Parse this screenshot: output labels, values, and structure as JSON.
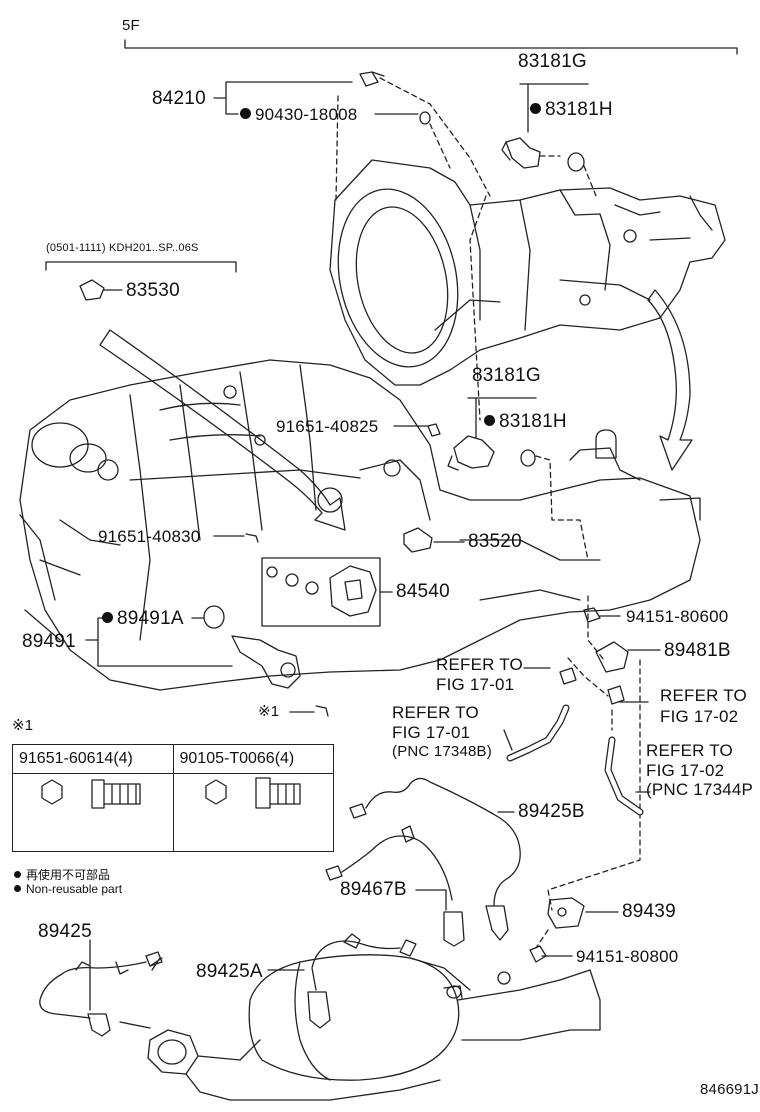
{
  "header": {
    "section": "5F",
    "drawing_no": "846691J"
  },
  "applicability": "(0501-1111) KDH201..SP..06S",
  "parts": {
    "p84210": "84210",
    "p90430": "90430-18008",
    "p83181G_top": "83181G",
    "p83181H_top": "83181H",
    "p83530": "83530",
    "p83181G_mid": "83181G",
    "p83181H_mid": "83181H",
    "p91651_40825": "91651-40825",
    "p91651_40830": "91651-40830",
    "p83520": "83520",
    "p84540": "84540",
    "p89491A": "89491A",
    "p89491": "89491",
    "p94151_80600": "94151-80600",
    "p89481B": "89481B",
    "p89425B": "89425B",
    "p89467B": "89467B",
    "p89439": "89439",
    "p94151_80800": "94151-80800",
    "p89425": "89425",
    "p89425A": "89425A"
  },
  "refs": {
    "r1_a": "REFER TO",
    "r1_b": "FIG 17-01",
    "r2_a": "REFER TO",
    "r2_b": "FIG 17-01",
    "r2_c": "(PNC 17348B)",
    "r3_a": "REFER TO",
    "r3_b": "FIG 17-02",
    "r4_a": "REFER TO",
    "r4_b": "FIG 17-02",
    "r4_c": "(PNC 17344P"
  },
  "note_mark": "※1",
  "note_mark_small": "※1",
  "table": {
    "col1": "91651-60614(4)",
    "col2": "90105-T0066(4)"
  },
  "legend": {
    "jp": "再使用不可部品",
    "en": "Non-reusable part"
  }
}
